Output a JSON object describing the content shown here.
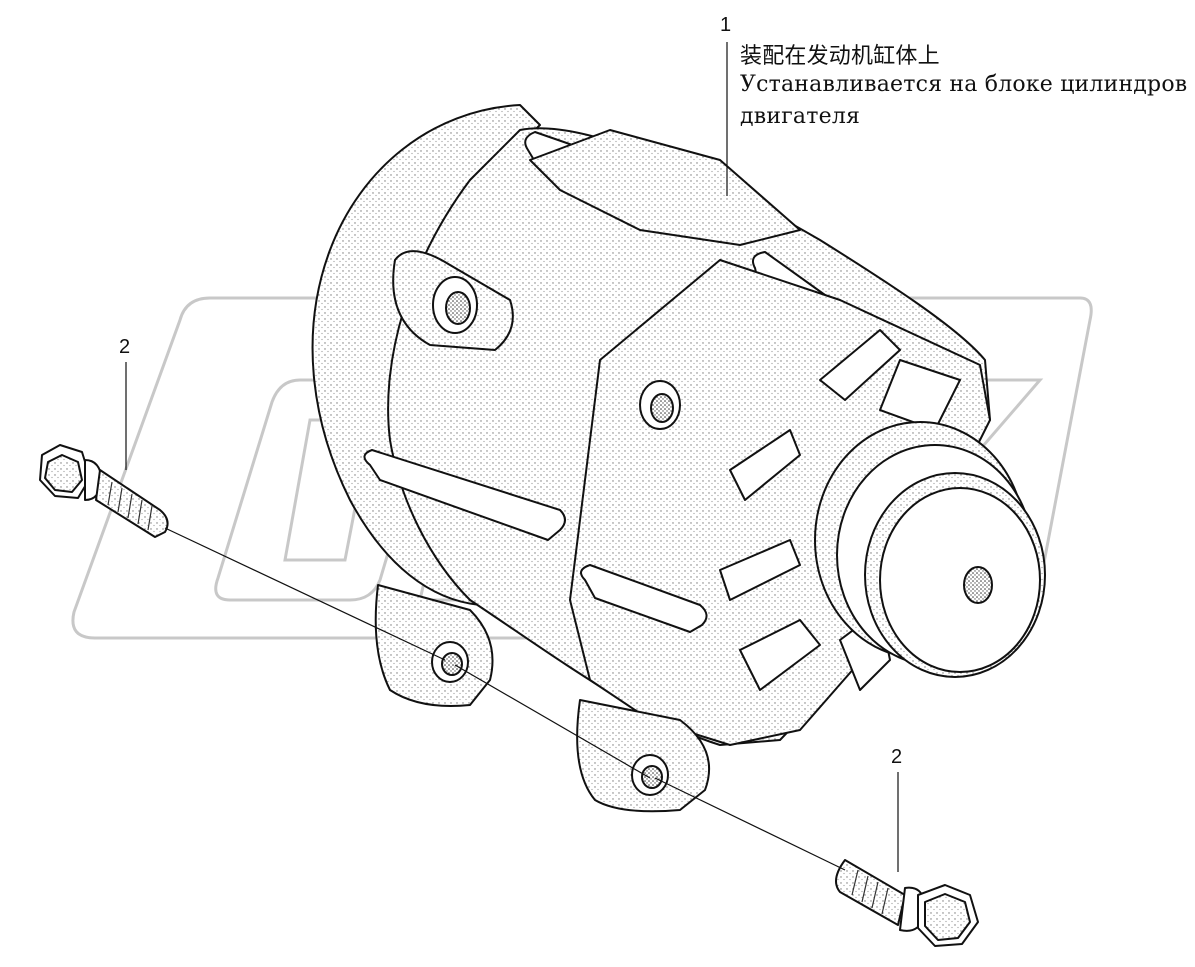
{
  "callouts": {
    "part1_number": "1",
    "part1_note_cn": "装配在发动机缸体上",
    "part1_note_ru_line1": "Устанавливается на блоке цилиндров",
    "part1_note_ru_line2": "двигателя",
    "part2_number_left": "2",
    "part2_number_right": "2"
  },
  "watermark": {
    "text": "OPEX"
  },
  "icons": {
    "alternator": "alternator-drawing",
    "bolt_left": "bolt-drawing",
    "bolt_right": "bolt-drawing"
  },
  "colors": {
    "ink": "#111111",
    "watermark": "#c8c8c8"
  }
}
